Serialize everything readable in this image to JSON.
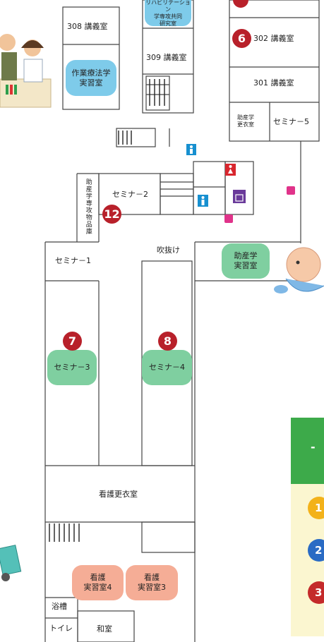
{
  "colors": {
    "wall": "#444444",
    "badge": "#b8202a",
    "blue": "#7ecbea",
    "green": "#7fcfa0",
    "peach": "#f5ad96",
    "legend_green": "#3daa4a",
    "legend_yellow": "#fbf6d0"
  },
  "rooms": {
    "r308": "308 講義室",
    "r309": "309 講義室",
    "r302": "302 講義室",
    "r301": "301 講義室",
    "midwife_locker": "助産学\n更衣室",
    "seminar5": "セミナ－5",
    "seminar2": "セミナ－2",
    "seminar1": "セミナ－1",
    "midwife_store": "助産学専攻物品庫",
    "atrium": "吹抜け",
    "nursing_locker": "看護更衣室",
    "bath": "浴槽",
    "toilet": "トイレ",
    "washitsu": "和室"
  },
  "highlights": {
    "rehab": "リハビリテーション\n学専攻共同\n研究室",
    "ot_lab": "作業療法学\n実習室",
    "midwife_lab": "助産学\n実習室",
    "seminar3": "セミナ－3",
    "seminar4": "セミナ－4",
    "nursing4": "看護\n実習室4",
    "nursing3": "看護\n実習室3"
  },
  "badges": {
    "b6": "6",
    "b7": "7",
    "b8": "8",
    "b12": "12"
  },
  "legend": {
    "header": "-",
    "items": [
      {
        "num": "1",
        "color": "#f3b21a"
      },
      {
        "num": "2",
        "color": "#2a6bc4"
      },
      {
        "num": "3",
        "color": "#c42a2a"
      }
    ]
  },
  "icons": [
    "restroom-icon",
    "baby-changing-icon",
    "toilet-male-icon",
    "toilet-female-icon",
    "elevator-icon",
    "staircase-icon"
  ]
}
